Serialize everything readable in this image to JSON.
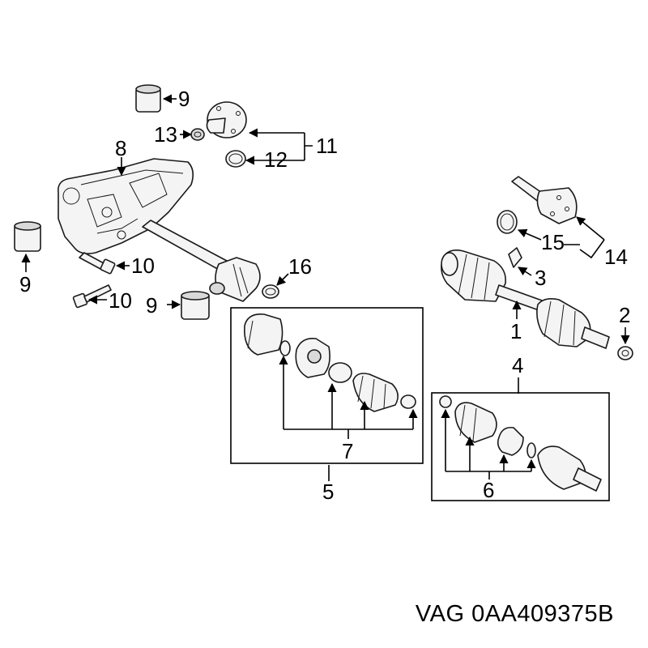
{
  "callouts": {
    "c1": "1",
    "c2": "2",
    "c3": "3",
    "c4": "4",
    "c5": "5",
    "c6": "6",
    "c7": "7",
    "c8": "8",
    "c9": "9",
    "c10": "10",
    "c11": "11",
    "c12": "12",
    "c13": "13",
    "c14": "14",
    "c15": "15",
    "c16": "16"
  },
  "part_number": "VAG 0AA409375B"
}
